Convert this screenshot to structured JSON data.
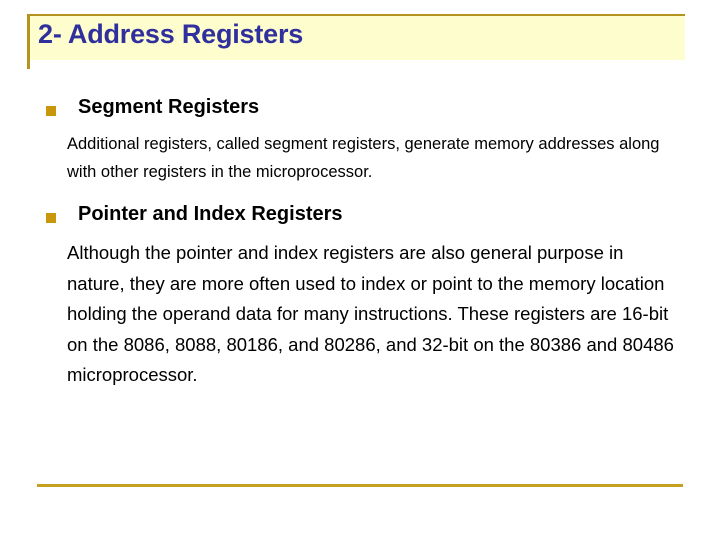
{
  "slide": {
    "title": "2- Address Registers",
    "bullet_glyph": "square-bullet",
    "sections": [
      {
        "heading": "Segment Registers",
        "body": "Additional registers, called segment registers, generate memory addresses along with other registers in the microprocessor."
      },
      {
        "heading": "Pointer and Index Registers",
        "body": "Although the pointer and index registers are also general purpose in nature, they are more often used to index or point to the memory location holding the operand data for many instructions. These registers are 16-bit on the 8086, 8088, 80186, and 80286, and 32-bit on the 80386 and 80486 microprocessor."
      }
    ],
    "colors": {
      "title_text": "#2f2f9e",
      "title_background": "#fdfdcd",
      "accent_gold": "#b59320",
      "bullet": "#c8970e",
      "footer_rule": "#c4a020",
      "body_text": "#000000",
      "page_background": "#ffffff"
    }
  }
}
